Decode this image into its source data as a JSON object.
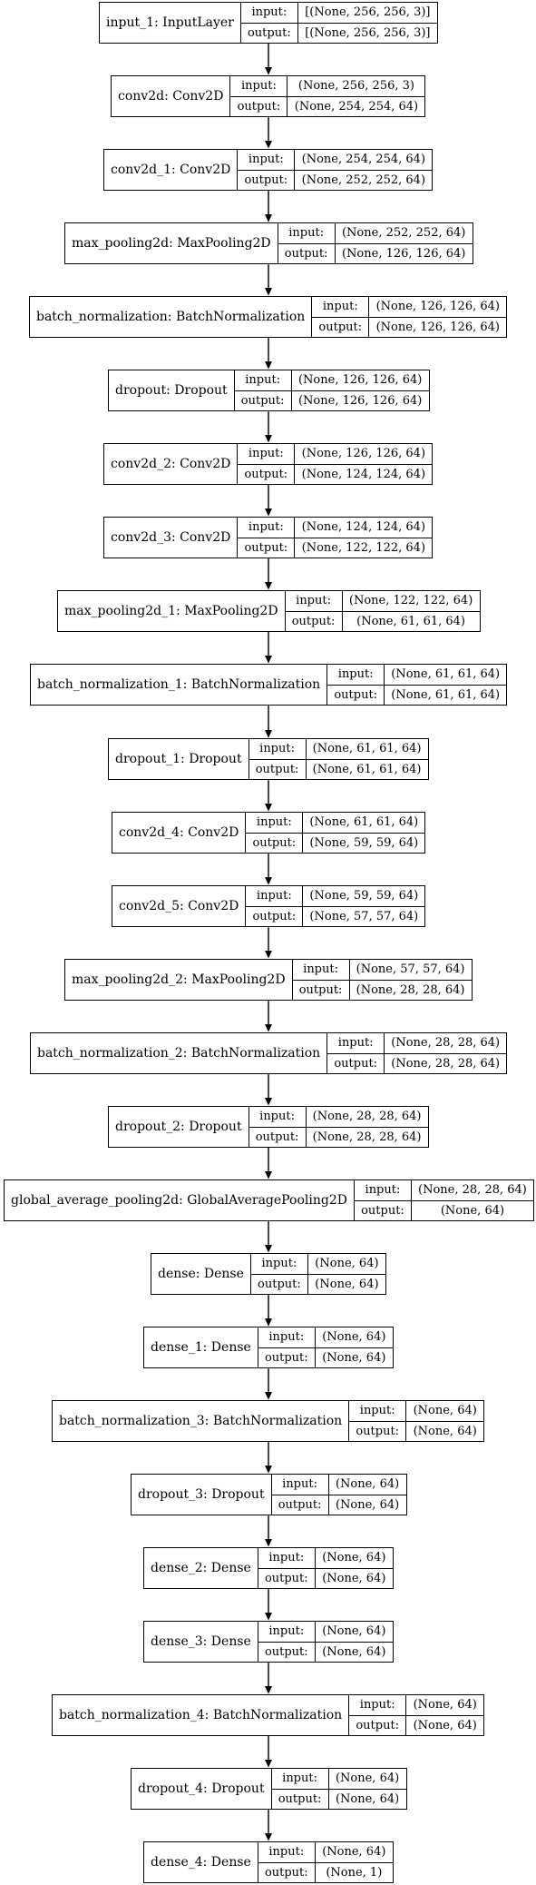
{
  "layers": [
    {
      "name": "input_1: InputLayer",
      "input_label": "input:",
      "input": "[(None, 256, 256, 3)]",
      "output_label": "output:",
      "output": "[(None, 256, 256, 3)]"
    },
    {
      "name": "conv2d: Conv2D",
      "input_label": "input:",
      "input": "(None, 256, 256, 3)",
      "output_label": "output:",
      "output": "(None, 254, 254, 64)"
    },
    {
      "name": "conv2d_1: Conv2D",
      "input_label": "input:",
      "input": "(None, 254, 254, 64)",
      "output_label": "output:",
      "output": "(None, 252, 252, 64)"
    },
    {
      "name": "max_pooling2d: MaxPooling2D",
      "input_label": "input:",
      "input": "(None, 252, 252, 64)",
      "output_label": "output:",
      "output": "(None, 126, 126, 64)"
    },
    {
      "name": "batch_normalization: BatchNormalization",
      "input_label": "input:",
      "input": "(None, 126, 126, 64)",
      "output_label": "output:",
      "output": "(None, 126, 126, 64)"
    },
    {
      "name": "dropout: Dropout",
      "input_label": "input:",
      "input": "(None, 126, 126, 64)",
      "output_label": "output:",
      "output": "(None, 126, 126, 64)"
    },
    {
      "name": "conv2d_2: Conv2D",
      "input_label": "input:",
      "input": "(None, 126, 126, 64)",
      "output_label": "output:",
      "output": "(None, 124, 124, 64)"
    },
    {
      "name": "conv2d_3: Conv2D",
      "input_label": "input:",
      "input": "(None, 124, 124, 64)",
      "output_label": "output:",
      "output": "(None, 122, 122, 64)"
    },
    {
      "name": "max_pooling2d_1: MaxPooling2D",
      "input_label": "input:",
      "input": "(None, 122, 122, 64)",
      "output_label": "output:",
      "output": "(None, 61, 61, 64)"
    },
    {
      "name": "batch_normalization_1: BatchNormalization",
      "input_label": "input:",
      "input": "(None, 61, 61, 64)",
      "output_label": "output:",
      "output": "(None, 61, 61, 64)"
    },
    {
      "name": "dropout_1: Dropout",
      "input_label": "input:",
      "input": "(None, 61, 61, 64)",
      "output_label": "output:",
      "output": "(None, 61, 61, 64)"
    },
    {
      "name": "conv2d_4: Conv2D",
      "input_label": "input:",
      "input": "(None, 61, 61, 64)",
      "output_label": "output:",
      "output": "(None, 59, 59, 64)"
    },
    {
      "name": "conv2d_5: Conv2D",
      "input_label": "input:",
      "input": "(None, 59, 59, 64)",
      "output_label": "output:",
      "output": "(None, 57, 57, 64)"
    },
    {
      "name": "max_pooling2d_2: MaxPooling2D",
      "input_label": "input:",
      "input": "(None, 57, 57, 64)",
      "output_label": "output:",
      "output": "(None, 28, 28, 64)"
    },
    {
      "name": "batch_normalization_2: BatchNormalization",
      "input_label": "input:",
      "input": "(None, 28, 28, 64)",
      "output_label": "output:",
      "output": "(None, 28, 28, 64)"
    },
    {
      "name": "dropout_2: Dropout",
      "input_label": "input:",
      "input": "(None, 28, 28, 64)",
      "output_label": "output:",
      "output": "(None, 28, 28, 64)"
    },
    {
      "name": "global_average_pooling2d: GlobalAveragePooling2D",
      "input_label": "input:",
      "input": "(None, 28, 28, 64)",
      "output_label": "output:",
      "output": "(None, 64)"
    },
    {
      "name": "dense: Dense",
      "input_label": "input:",
      "input": "(None, 64)",
      "output_label": "output:",
      "output": "(None, 64)"
    },
    {
      "name": "dense_1: Dense",
      "input_label": "input:",
      "input": "(None, 64)",
      "output_label": "output:",
      "output": "(None, 64)"
    },
    {
      "name": "batch_normalization_3: BatchNormalization",
      "input_label": "input:",
      "input": "(None, 64)",
      "output_label": "output:",
      "output": "(None, 64)"
    },
    {
      "name": "dropout_3: Dropout",
      "input_label": "input:",
      "input": "(None, 64)",
      "output_label": "output:",
      "output": "(None, 64)"
    },
    {
      "name": "dense_2: Dense",
      "input_label": "input:",
      "input": "(None, 64)",
      "output_label": "output:",
      "output": "(None, 64)"
    },
    {
      "name": "dense_3: Dense",
      "input_label": "input:",
      "input": "(None, 64)",
      "output_label": "output:",
      "output": "(None, 64)"
    },
    {
      "name": "batch_normalization_4: BatchNormalization",
      "input_label": "input:",
      "input": "(None, 64)",
      "output_label": "output:",
      "output": "(None, 64)"
    },
    {
      "name": "dropout_4: Dropout",
      "input_label": "input:",
      "input": "(None, 64)",
      "output_label": "output:",
      "output": "(None, 64)"
    },
    {
      "name": "dense_4: Dense",
      "input_label": "input:",
      "input": "(None, 64)",
      "output_label": "output:",
      "output": "(None, 1)"
    }
  ]
}
